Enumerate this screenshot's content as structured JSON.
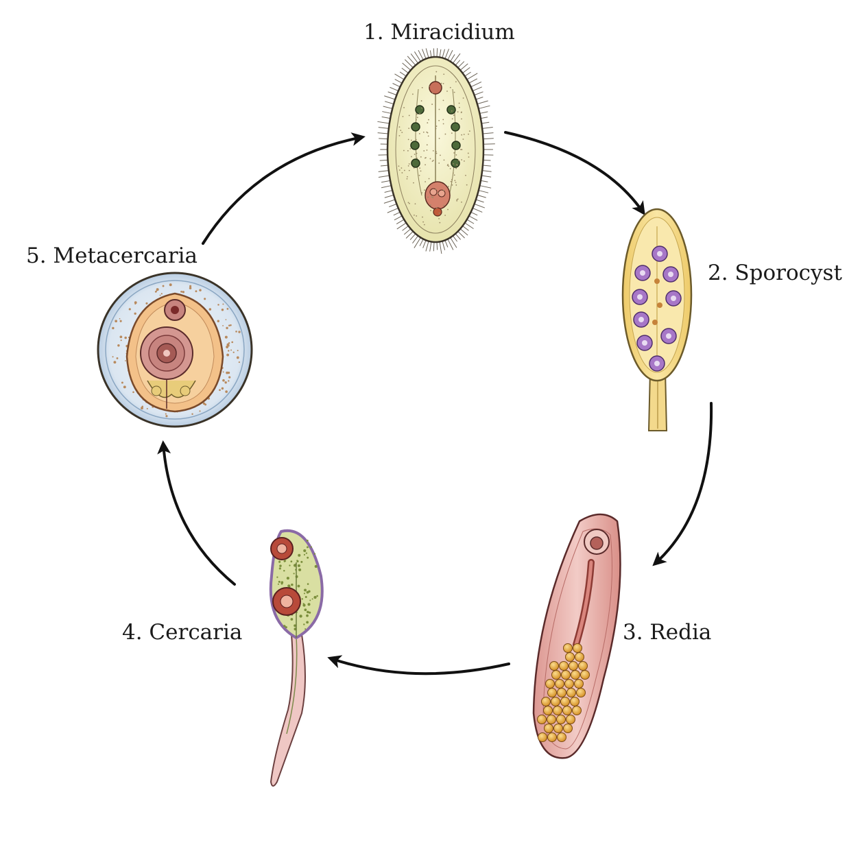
{
  "stages": [
    {
      "label": "1. Miracidium"
    },
    {
      "label": "2. Sporocyst"
    },
    {
      "label": "3. Redia"
    },
    {
      "label": "4. Cercaria"
    },
    {
      "label": "5. Metacercaria"
    }
  ],
  "colors": {
    "arrow": "#111111",
    "outline": "#3a3328",
    "miracidium_body": "#f1efc6",
    "miracidium_cells": "#4d6a3a",
    "sporocyst_body": "#f5dc8c",
    "sporocyst_embryos": "#9a6cc0",
    "redia_body": "#e9b4ae",
    "redia_eggs": "#e4a944",
    "cercaria_outline": "#8a6aa6",
    "cercaria_body": "#d9dfa2",
    "cercaria_sucker": "#9e3a30",
    "cercaria_tail": "#efc7c4",
    "metacercaria_wall": "#cfdff0",
    "metacercaria_inner": "#f3c189",
    "metacercaria_core": "#c7847f"
  }
}
